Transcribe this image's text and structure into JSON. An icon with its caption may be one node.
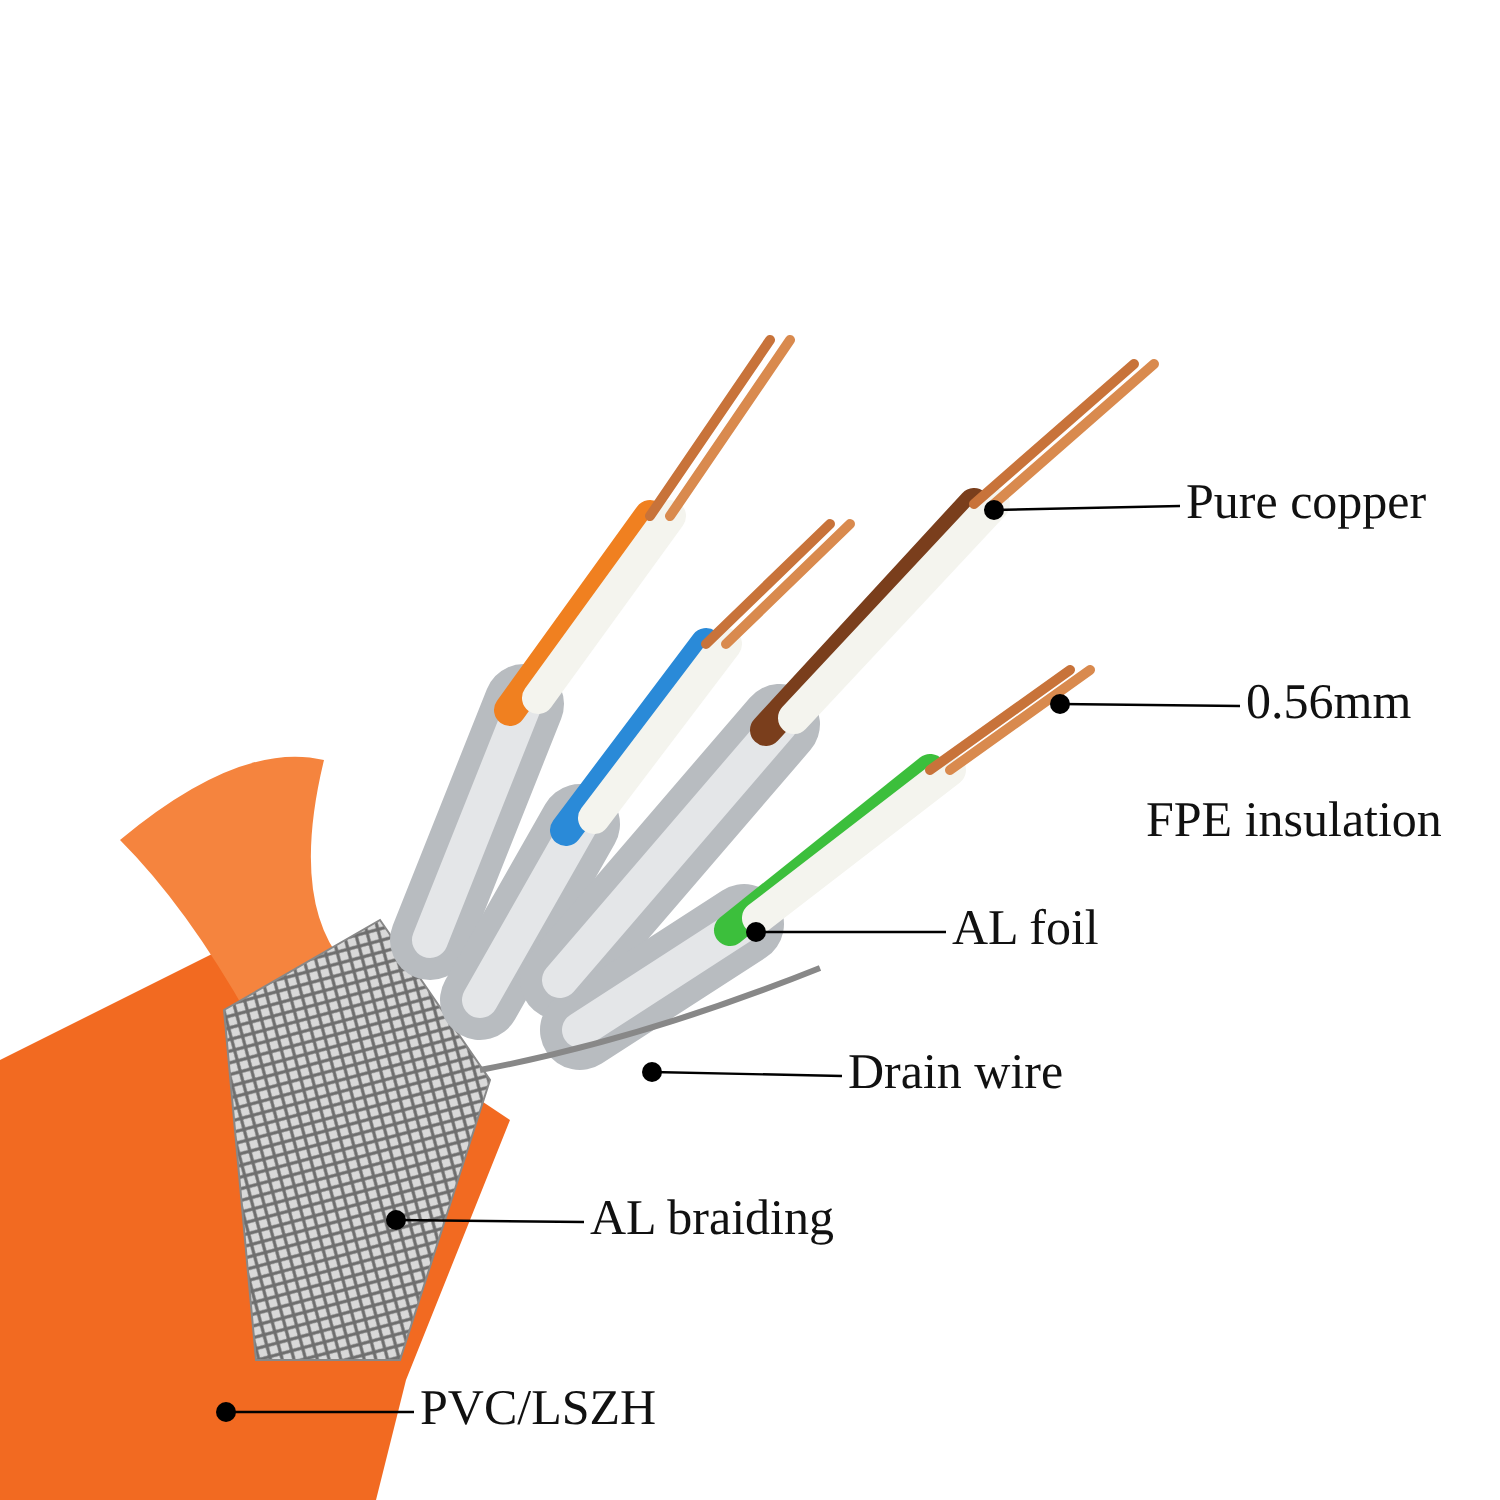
{
  "diagram": {
    "nodes": [
      {
        "text": [
          "Pure copper"
        ]
      },
      {
        "text": [
          "0.56mm"
        ]
      },
      {
        "text": [
          "AL foil"
        ]
      },
      {
        "text": [
          "Drain wire"
        ]
      },
      {
        "text": [
          "AL braiding"
        ]
      },
      {
        "text": [
          "PVC/LSZH"
        ]
      }
    ],
    "edges": [
      {
        "from": 0,
        "to": null,
        "arrow": "other"
      },
      {
        "from": 1,
        "to": null,
        "arrow": "other"
      },
      {
        "from": 2,
        "to": null,
        "arrow": "other"
      },
      {
        "from": 3,
        "to": null,
        "arrow": "other"
      },
      {
        "from": 4,
        "to": null,
        "arrow": "other"
      },
      {
        "from": 5,
        "to": null,
        "arrow": "other"
      }
    ],
    "labels": [
      "FPE insulation"
    ]
  }
}
